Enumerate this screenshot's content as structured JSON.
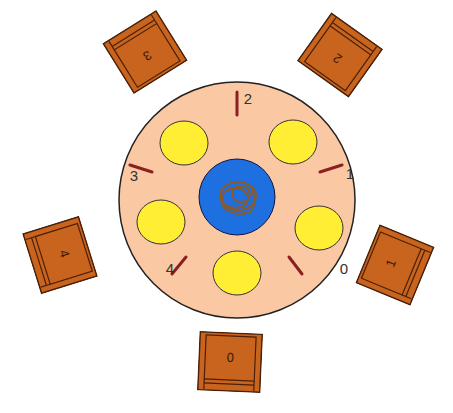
{
  "diagram": {
    "nodes": [
      {
        "text": [
          "3"
        ]
      },
      {
        "text": [
          "2"
        ]
      },
      {
        "text": [
          "4"
        ]
      },
      {
        "text": [
          "1"
        ]
      },
      {
        "text": [
          "0"
        ]
      }
    ],
    "labels": [
      "2",
      "3",
      "1",
      "4",
      "0"
    ]
  }
}
